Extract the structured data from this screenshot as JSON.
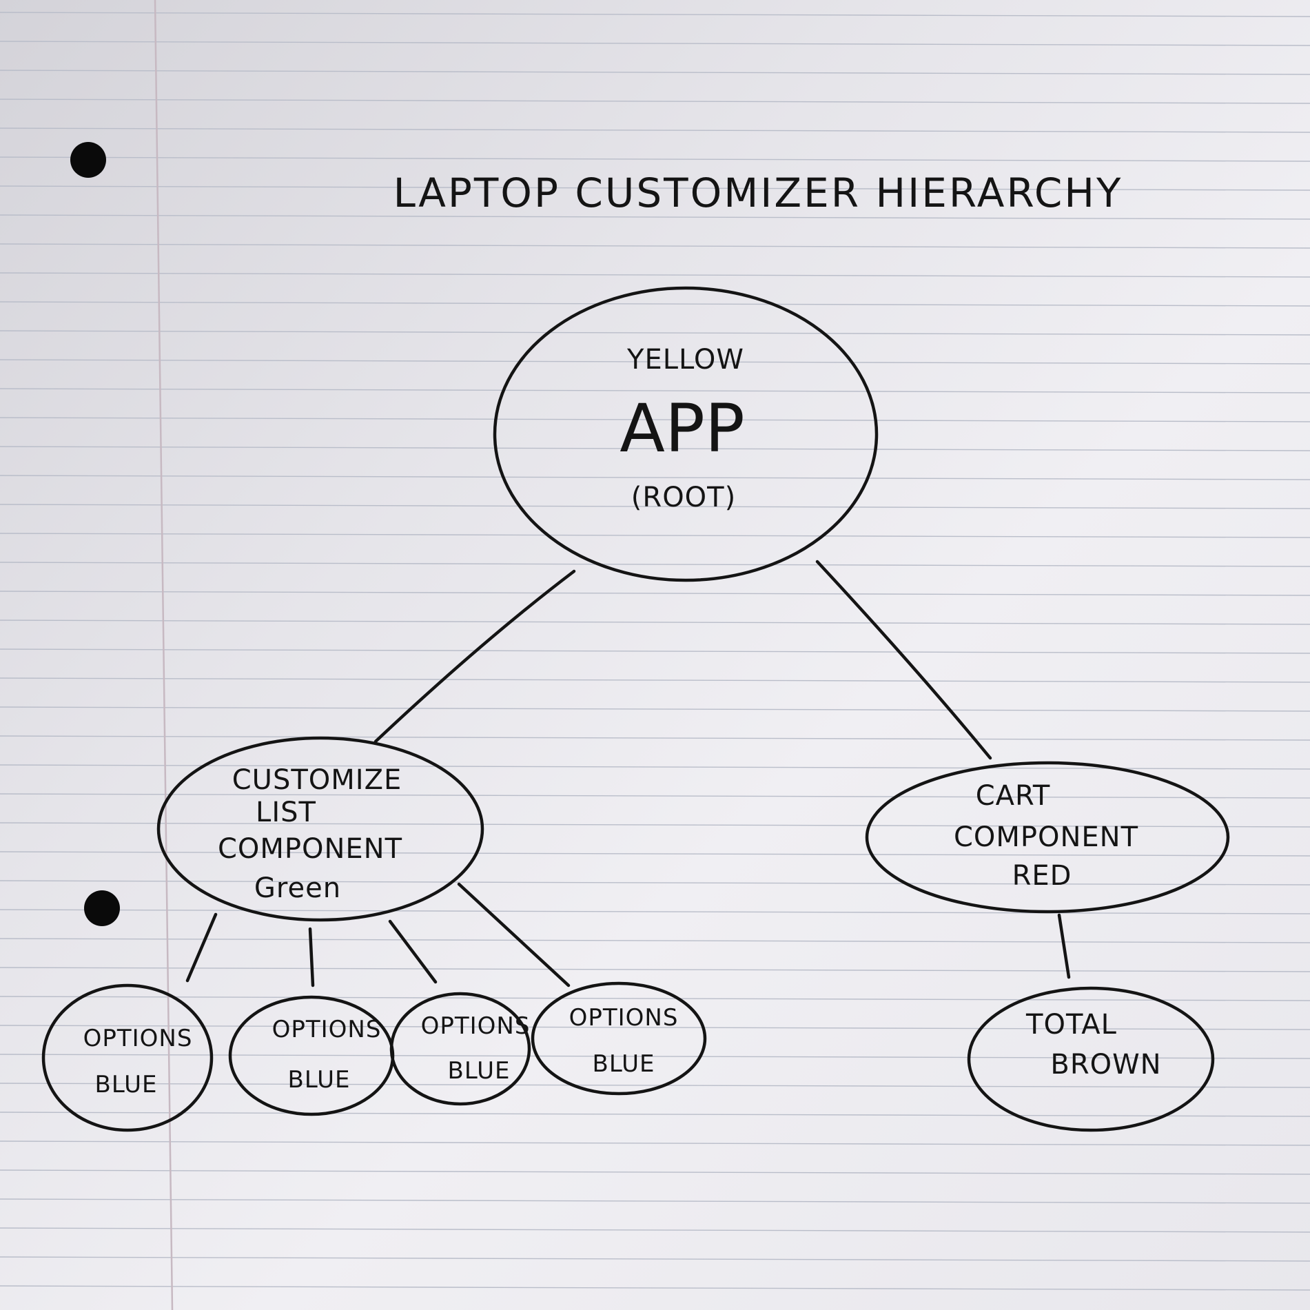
{
  "title": "LAPTOP CUSTOMIZER HIERARCHY",
  "nodes": {
    "app": {
      "line1": "YELLOW",
      "line2": "APP",
      "line3": "(ROOT)"
    },
    "customize_list": {
      "line1": "CUSTOMIZE",
      "line2": "LIST",
      "line3": "COMPONENT",
      "line4": "Green"
    },
    "cart": {
      "line1": "CART",
      "line2": "COMPONENT",
      "line3": "RED"
    },
    "options": [
      {
        "line1": "OPTIONS",
        "line2": "BLUE"
      },
      {
        "line1": "OPTIONS",
        "line2": "BLUE"
      },
      {
        "line1": "OPTIONS",
        "line2": "BLUE"
      },
      {
        "line1": "OPTIONS",
        "line2": "BLUE"
      }
    ],
    "total": {
      "line1": "TOTAL",
      "line2": "BROWN"
    }
  },
  "edges": [
    [
      "app",
      "customize_list"
    ],
    [
      "app",
      "cart"
    ],
    [
      "customize_list",
      "options.0"
    ],
    [
      "customize_list",
      "options.1"
    ],
    [
      "customize_list",
      "options.2"
    ],
    [
      "customize_list",
      "options.3"
    ],
    [
      "cart",
      "total"
    ]
  ]
}
